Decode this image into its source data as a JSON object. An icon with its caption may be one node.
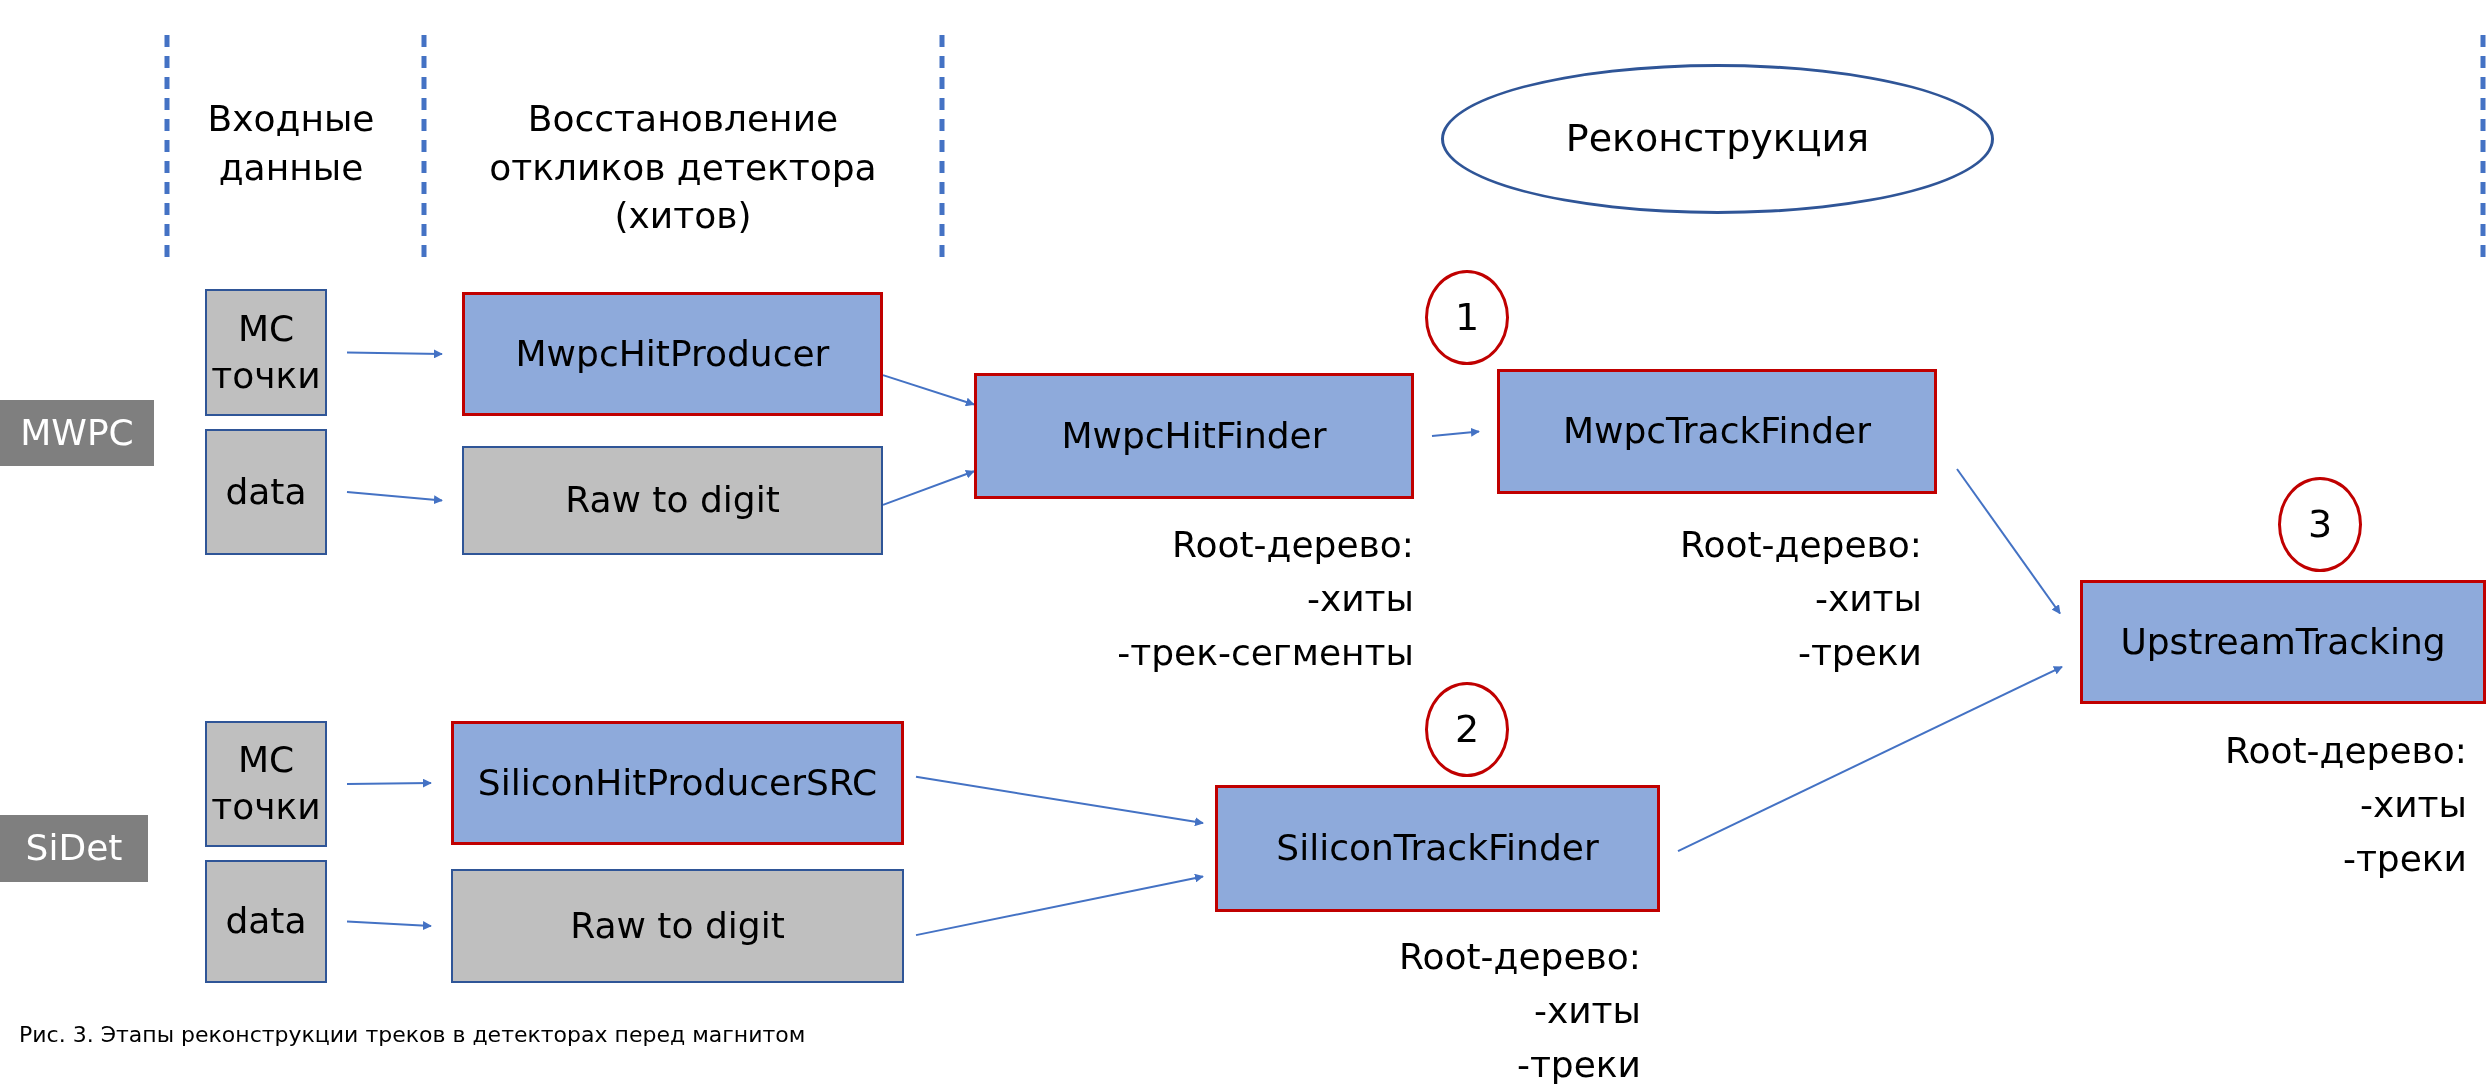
{
  "diagram": {
    "caption": "Рис. 3. Этапы реконструкции треков в детекторах перед магнитом",
    "nodes": [
      {
        "text": [
          "Реконструкция"
        ]
      },
      {
        "text": [
          "1"
        ]
      },
      {
        "text": [
          "MWPC"
        ]
      },
      {
        "text": [
          "MC точки"
        ]
      },
      {
        "text": [
          "MwpcHitProducer"
        ]
      },
      {
        "text": [
          "data"
        ]
      },
      {
        "text": [
          "Raw to digit"
        ]
      },
      {
        "text": [
          "MwpcHitFinder"
        ],
        "beside": [
          "Root-дерево:",
          "-хиты",
          "-трек-сегменты"
        ]
      },
      {
        "text": [
          "MwpcTrackFinder"
        ],
        "beside": [
          "Root-дерево:",
          "-хиты",
          "-треки"
        ]
      },
      {
        "text": [
          "3"
        ]
      },
      {
        "text": [
          "UpstreamTracking"
        ],
        "beside": [
          "Root-дерево:",
          "-хиты",
          "-треки"
        ]
      },
      {
        "text": [
          "2"
        ]
      },
      {
        "text": [
          "SiDet"
        ]
      },
      {
        "text": [
          "MC точки"
        ]
      },
      {
        "text": [
          "SiliconHitProducerSRC"
        ]
      },
      {
        "text": [
          "data"
        ]
      },
      {
        "text": [
          "Raw to digit"
        ]
      },
      {
        "text": [
          "SiliconTrackFinder"
        ],
        "beside": [
          "Root-дерево:",
          "-хиты",
          "-треки"
        ]
      }
    ],
    "edges": [
      {
        "from": 3,
        "to": 4,
        "arrow": "to"
      },
      {
        "from": 5,
        "to": 6,
        "arrow": "to"
      },
      {
        "from": 4,
        "to": 7,
        "arrow": "to"
      },
      {
        "from": 6,
        "to": 7,
        "arrow": "to"
      },
      {
        "from": 7,
        "to": 8,
        "arrow": "to"
      },
      {
        "from": 8,
        "to": 10,
        "arrow": "to"
      },
      {
        "from": 13,
        "to": 14,
        "arrow": "to"
      },
      {
        "from": 15,
        "to": 16,
        "arrow": "to"
      },
      {
        "from": 14,
        "to": 17,
        "arrow": "to"
      },
      {
        "from": 16,
        "to": 17,
        "arrow": "to"
      },
      {
        "from": 17,
        "to": 10,
        "arrow": "to"
      }
    ],
    "labels": [
      "Входные данные",
      "Восстановление откликов детектора (хитов)"
    ]
  }
}
